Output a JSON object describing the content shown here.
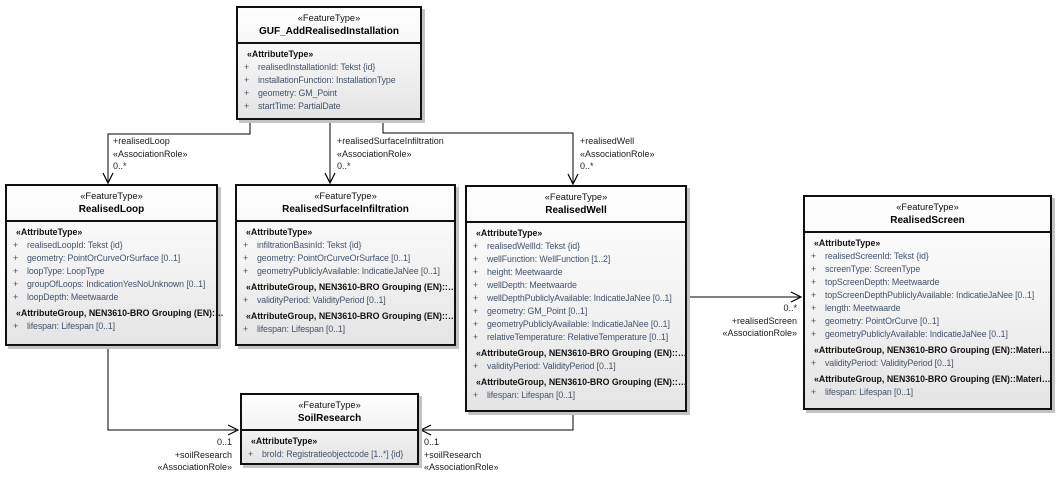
{
  "diagram": {
    "background_color": "#ffffff",
    "line_color": "#000000",
    "attribute_text_color": "#44546a",
    "classes": [
      {
        "id": "guf-add-realised-installation",
        "stereotype": "«FeatureType»",
        "name": "GUF_AddRealisedInstallation",
        "rows": [
          {
            "kind": "group",
            "text": "«AttributeType»"
          },
          {
            "kind": "attr",
            "vis": "+",
            "text": "realisedInstallationId: Tekst {id}"
          },
          {
            "kind": "attr",
            "vis": "+",
            "text": "installationFunction: InstallationType"
          },
          {
            "kind": "attr",
            "vis": "+",
            "text": "geometry: GM_Point"
          },
          {
            "kind": "attr",
            "vis": "+",
            "text": "startTime: PartialDate"
          }
        ]
      },
      {
        "id": "realised-loop",
        "stereotype": "«FeatureType»",
        "name": "RealisedLoop",
        "rows": [
          {
            "kind": "group",
            "text": "«AttributeType»"
          },
          {
            "kind": "attr",
            "vis": "+",
            "text": "realisedLoopId: Tekst {id}"
          },
          {
            "kind": "attr",
            "vis": "+",
            "text": "geometry: PointOrCurveOrSurface [0..1]"
          },
          {
            "kind": "attr",
            "vis": "+",
            "text": "loopType: LoopType"
          },
          {
            "kind": "attr",
            "vis": "+",
            "text": "groupOfLoops: IndicationYesNoUnknown [0..1]"
          },
          {
            "kind": "attr",
            "vis": "+",
            "text": "loopDepth: Meetwaarde"
          },
          {
            "kind": "group",
            "text": "«AttributeGroup, NEN3610-BRO Grouping (EN):…"
          },
          {
            "kind": "attr",
            "vis": "+",
            "text": "lifespan: Lifespan [0..1]"
          }
        ]
      },
      {
        "id": "realised-surface-infiltration",
        "stereotype": "«FeatureType»",
        "name": "RealisedSurfaceInfiltration",
        "rows": [
          {
            "kind": "group",
            "text": "«AttributeType»"
          },
          {
            "kind": "attr",
            "vis": "+",
            "text": "infiltrationBasinId: Tekst {id}"
          },
          {
            "kind": "attr",
            "vis": "+",
            "text": "geometry: PointOrCurveOrSurface [0..1]"
          },
          {
            "kind": "attr",
            "vis": "+",
            "text": "geometryPubliclyAvailable: IndicatieJaNee [0..1]"
          },
          {
            "kind": "group",
            "text": "«AttributeGroup, NEN3610-BRO Grouping (EN)::…"
          },
          {
            "kind": "attr",
            "vis": "+",
            "text": "validityPeriod: ValidityPeriod [0..1]"
          },
          {
            "kind": "group",
            "text": "«AttributeGroup, NEN3610-BRO Grouping (EN)::…"
          },
          {
            "kind": "attr",
            "vis": "+",
            "text": "lifespan: Lifespan [0..1]"
          }
        ]
      },
      {
        "id": "realised-well",
        "stereotype": "«FeatureType»",
        "name": "RealisedWell",
        "rows": [
          {
            "kind": "group",
            "text": "«AttributeType»"
          },
          {
            "kind": "attr",
            "vis": "+",
            "text": "realisedWellId: Tekst {id}"
          },
          {
            "kind": "attr",
            "vis": "+",
            "text": "wellFunction: WellFunction [1..2]"
          },
          {
            "kind": "attr",
            "vis": "+",
            "text": "height: Meetwaarde"
          },
          {
            "kind": "attr",
            "vis": "+",
            "text": "wellDepth: Meetwaarde"
          },
          {
            "kind": "attr",
            "vis": "+",
            "text": "wellDepthPubliclyAvailable: IndicatieJaNee [0..1]"
          },
          {
            "kind": "attr",
            "vis": "+",
            "text": "geometry: GM_Point [0..1]"
          },
          {
            "kind": "attr",
            "vis": "+",
            "text": "geometryPubliclyAvailable: IndicatieJaNee [0..1]"
          },
          {
            "kind": "attr",
            "vis": "+",
            "text": "relativeTemperature: RelativeTemperature [0..1]"
          },
          {
            "kind": "group",
            "text": "«AttributeGroup, NEN3610-BRO Grouping (EN)::…"
          },
          {
            "kind": "attr",
            "vis": "+",
            "text": "validityPeriod: ValidityPeriod [0..1]"
          },
          {
            "kind": "group",
            "text": "«AttributeGroup, NEN3610-BRO Grouping (EN)::…"
          },
          {
            "kind": "attr",
            "vis": "+",
            "text": "lifespan: Lifespan [0..1]"
          }
        ]
      },
      {
        "id": "realised-screen",
        "stereotype": "«FeatureType»",
        "name": "RealisedScreen",
        "rows": [
          {
            "kind": "group",
            "text": "«AttributeType»"
          },
          {
            "kind": "attr",
            "vis": "+",
            "text": "realisedScreenId: Tekst {id}"
          },
          {
            "kind": "attr",
            "vis": "+",
            "text": "screenType: ScreenType"
          },
          {
            "kind": "attr",
            "vis": "+",
            "text": "topScreenDepth: Meetwaarde"
          },
          {
            "kind": "attr",
            "vis": "+",
            "text": "topScreenDepthPubliclyAvailable: IndicatieJaNee [0..1]"
          },
          {
            "kind": "attr",
            "vis": "+",
            "text": "length: Meetwaarde"
          },
          {
            "kind": "attr",
            "vis": "+",
            "text": "geometry: PointOrCurve [0..1]"
          },
          {
            "kind": "attr",
            "vis": "+",
            "text": "geometryPubliclyAvailable: IndicatieJaNee [0..1]"
          },
          {
            "kind": "group",
            "text": "«AttributeGroup, NEN3610-BRO Grouping (EN)::Materi…"
          },
          {
            "kind": "attr",
            "vis": "+",
            "text": "validityPeriod: ValidityPeriod [0..1]"
          },
          {
            "kind": "group",
            "text": "«AttributeGroup, NEN3610-BRO Grouping (EN)::Materi…"
          },
          {
            "kind": "attr",
            "vis": "+",
            "text": "lifespan: Lifespan [0..1]"
          }
        ]
      },
      {
        "id": "soil-research",
        "stereotype": "«FeatureType»",
        "name": "SoilResearch",
        "rows": [
          {
            "kind": "group",
            "text": "«AttributeType»"
          },
          {
            "kind": "attr",
            "vis": "+",
            "text": "broId: Registratieobjectcode [1..*] {id}"
          }
        ]
      }
    ],
    "connector_labels": [
      {
        "id": "realised-loop-role",
        "lines": [
          "+realisedLoop",
          "«AssociationRole»",
          "0..*"
        ]
      },
      {
        "id": "realised-surface-infiltration-role",
        "lines": [
          "+realisedSurfaceInfiltration",
          "«AssociationRole»",
          "0..*"
        ]
      },
      {
        "id": "realised-well-role",
        "lines": [
          "+realisedWell",
          "«AssociationRole»",
          "0..*"
        ]
      },
      {
        "id": "realised-screen-role",
        "lines": [
          "0..*",
          "+realisedScreen",
          "«AssociationRole»"
        ]
      },
      {
        "id": "soil-research-role-left",
        "lines": [
          "0..1",
          "+soilResearch",
          "«AssociationRole»"
        ]
      },
      {
        "id": "soil-research-role-right",
        "lines": [
          "0..1",
          "+soilResearch",
          "«AssociationRole»"
        ]
      }
    ]
  }
}
